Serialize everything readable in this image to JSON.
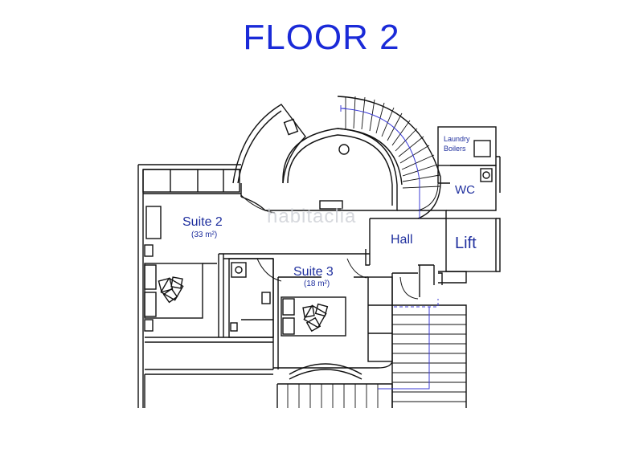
{
  "title": "FLOOR 2",
  "rooms": {
    "suite2": {
      "name": "Suite 2",
      "area": "(33 m²)"
    },
    "suite3": {
      "name": "Suite 3",
      "area": "(18 m²)"
    },
    "hall": "Hall",
    "lift": "Lift",
    "wc": "WC",
    "laundry": "Laundry",
    "boilers": "Boilers"
  },
  "watermark": "habitaclia",
  "colors": {
    "title": "#1a2ad8",
    "labels": "#1f2f9e",
    "walls": "#111111",
    "stair_path": "#3b3bd6"
  }
}
